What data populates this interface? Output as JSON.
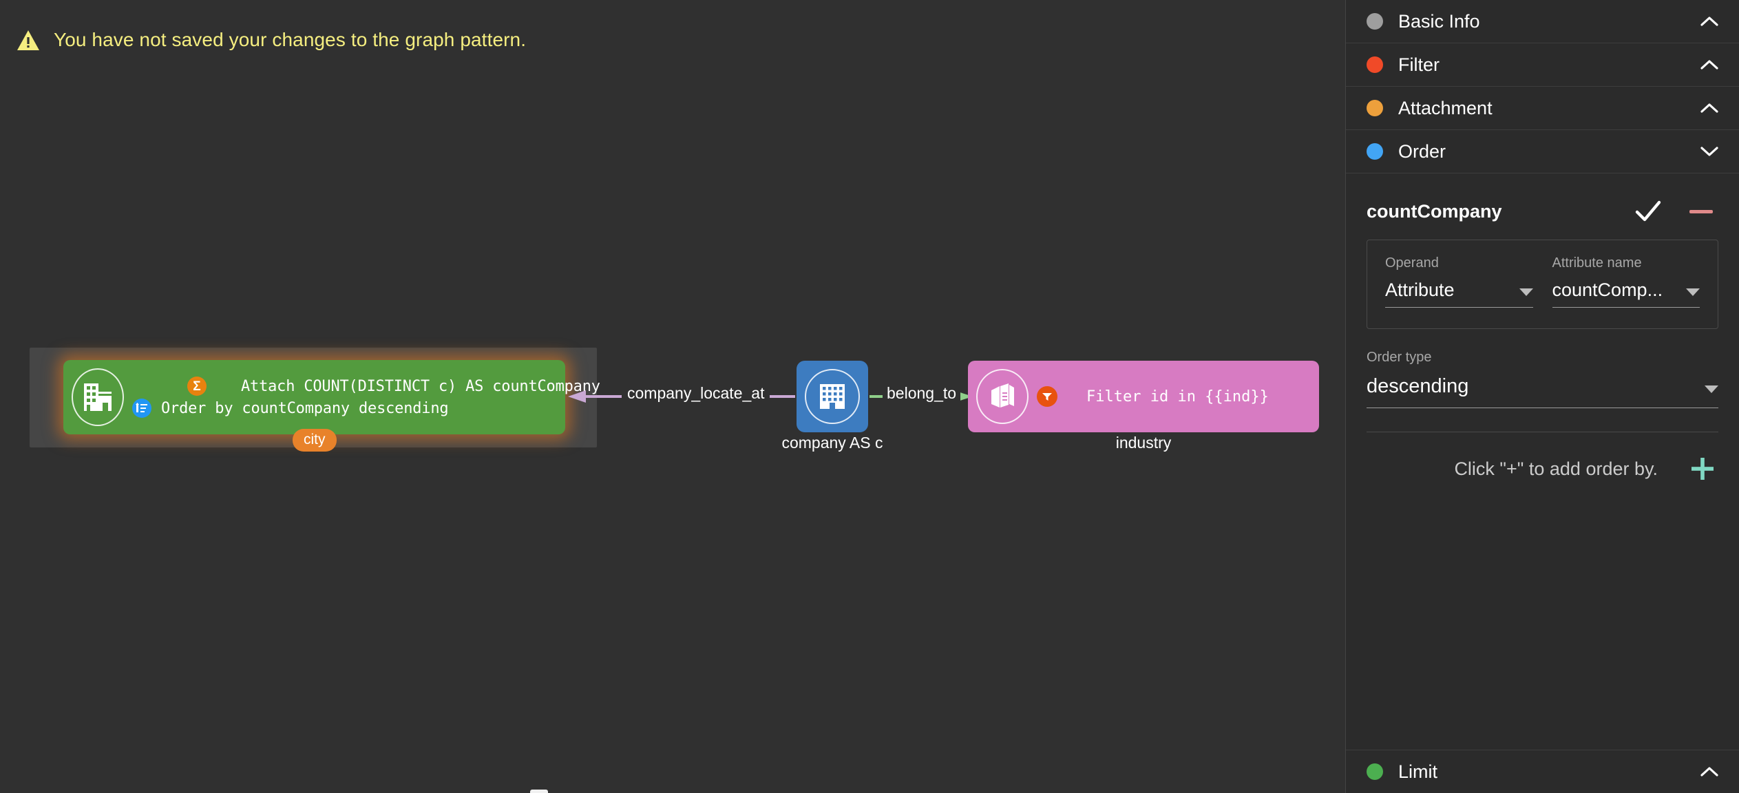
{
  "warning": {
    "icon": "warning-triangle-icon",
    "message": "You have not saved your changes to the graph pattern."
  },
  "graph": {
    "nodes": [
      {
        "id": "city",
        "label": "city",
        "chip_label": "city",
        "color": "#539b3e",
        "selected": true,
        "icon": "city-buildings-icon",
        "rows": [
          {
            "badge": "sum-sigma-icon",
            "badge_color": "#e8820f",
            "text": "Attach COUNT(DISTINCT c) AS countCompany"
          },
          {
            "badge": "sort-order-icon",
            "badge_color": "#2196f3",
            "text": "Order by countCompany descending"
          }
        ]
      },
      {
        "id": "company",
        "label": "company AS c",
        "color": "#3d7cc0",
        "icon": "office-building-icon",
        "rows": []
      },
      {
        "id": "industry",
        "label": "industry",
        "color": "#d77bc2",
        "icon": "package-box-icon",
        "rows": [
          {
            "badge": "filter-funnel-icon",
            "badge_color": "#e8520f",
            "text": "Filter id in {{ind}}"
          }
        ]
      }
    ],
    "edges": [
      {
        "id": "company_locate_at",
        "label": "company_locate_at",
        "color": "#c9a8d4",
        "direction": "left"
      },
      {
        "id": "belong_to",
        "label": "belong_to",
        "color": "#8fcf8a",
        "direction": "right"
      }
    ]
  },
  "panel": {
    "sections": [
      {
        "key": "basic_info",
        "label": "Basic Info",
        "dot_color": "#9e9e9e",
        "expanded": false,
        "chevron": "chevron-up-icon"
      },
      {
        "key": "filter",
        "label": "Filter",
        "dot_color": "#f04a28",
        "expanded": false,
        "chevron": "chevron-up-icon"
      },
      {
        "key": "attachment",
        "label": "Attachment",
        "dot_color": "#eda03c",
        "expanded": false,
        "chevron": "chevron-up-icon"
      },
      {
        "key": "order",
        "label": "Order",
        "dot_color": "#42a5f5",
        "expanded": true,
        "chevron": "chevron-down-icon"
      }
    ],
    "limit_section": {
      "key": "limit",
      "label": "Limit",
      "dot_color": "#4caf50",
      "expanded": false,
      "chevron": "chevron-up-icon"
    },
    "order_panel": {
      "title": "countCompany",
      "confirm_icon": "check-icon",
      "remove_icon": "minus-icon",
      "remove_color": "#e08a8a",
      "operand": {
        "label": "Operand",
        "value": "Attribute"
      },
      "attribute_name": {
        "label": "Attribute name",
        "value": "countComp..."
      },
      "order_type": {
        "label": "Order type",
        "value": "descending"
      },
      "add_hint": "Click \"+\" to add order by.",
      "add_icon": "plus-icon",
      "add_icon_color": "#80d8c3"
    }
  },
  "colors": {
    "canvas_bg": "#303030",
    "panel_bg": "#2b2b2b",
    "warning_text": "#f5ee80",
    "node_green": "#539b3e",
    "node_blue": "#3d7cc0",
    "node_pink": "#d77bc2",
    "chip_orange": "#e8822a",
    "selection_glow": "#e87a1e"
  }
}
